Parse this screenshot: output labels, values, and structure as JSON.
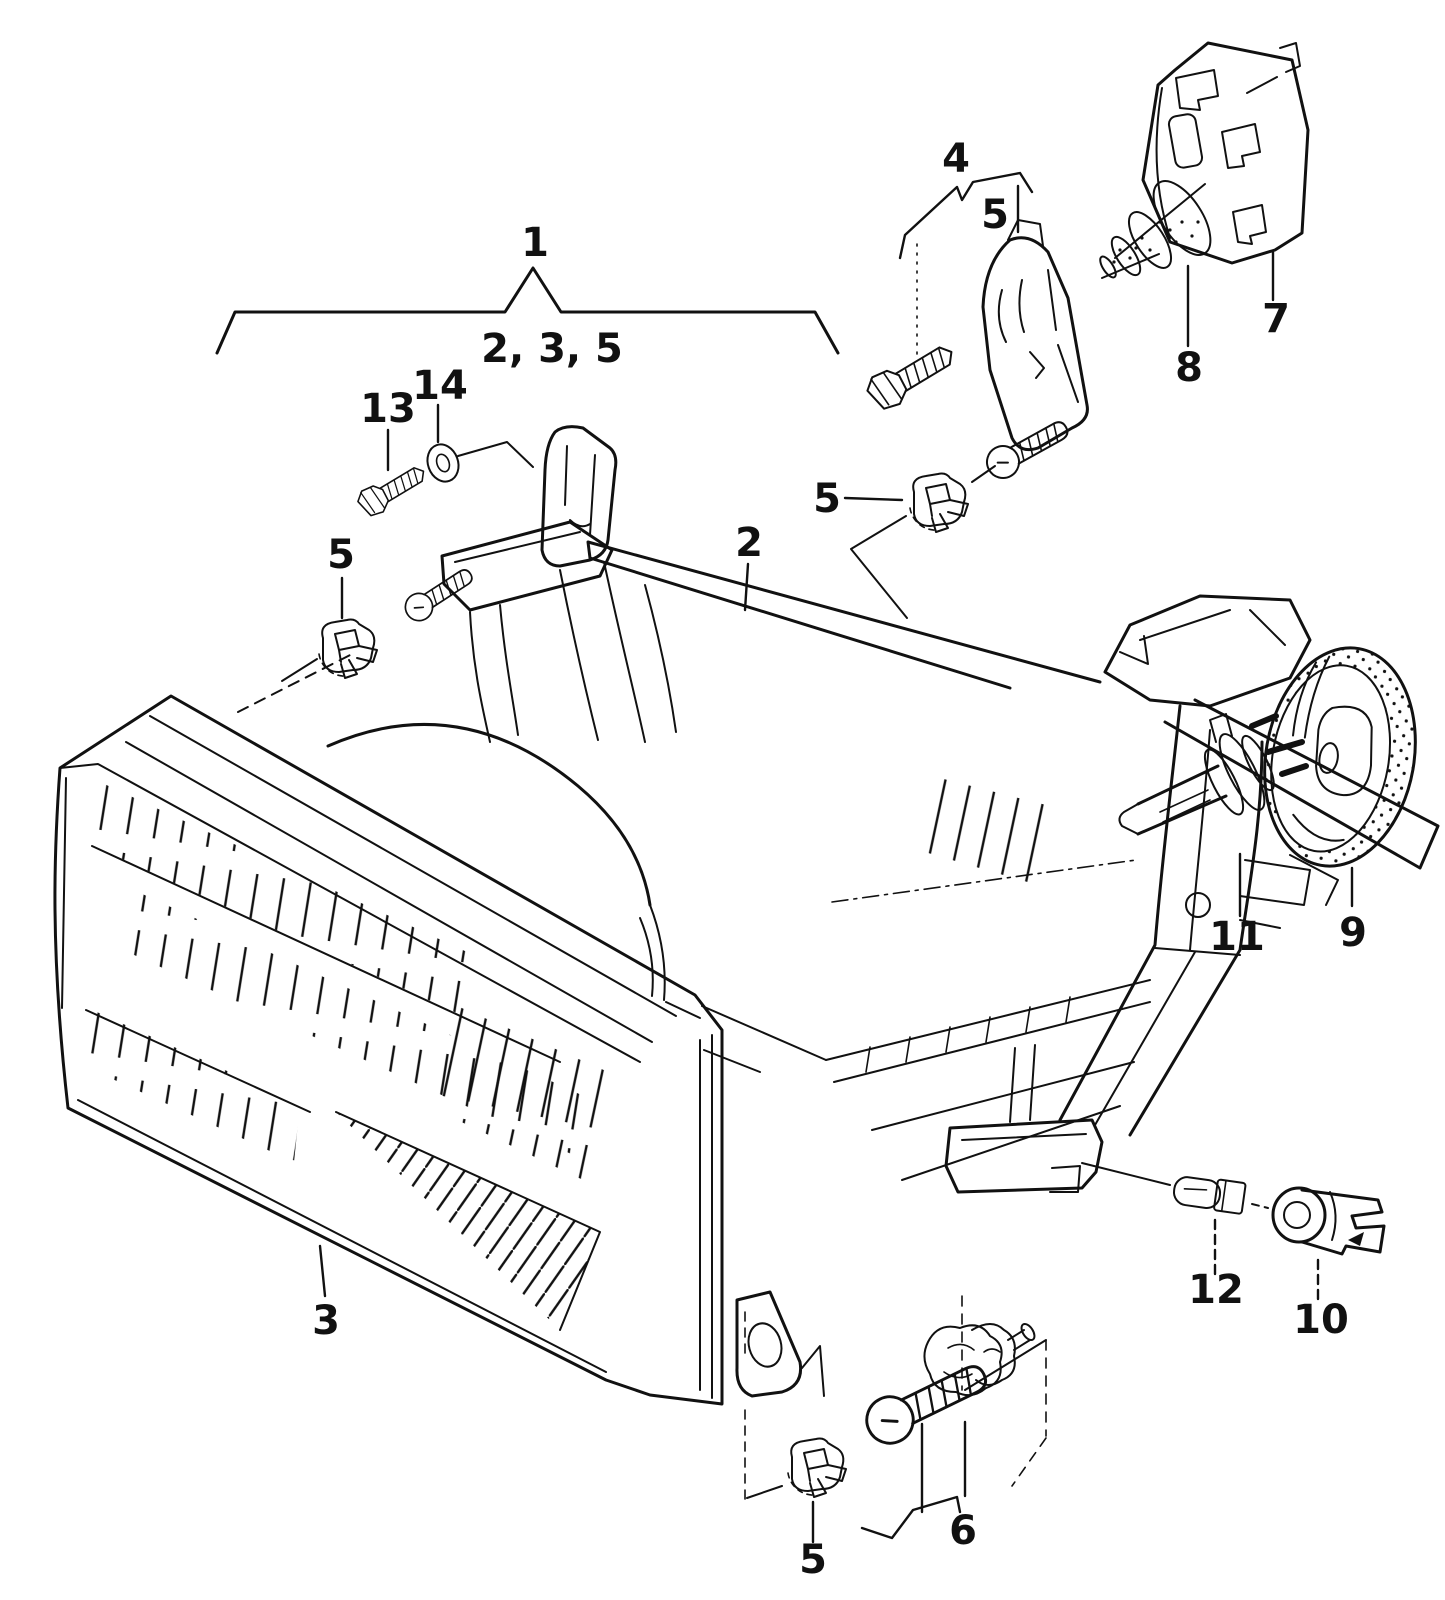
{
  "diagram": {
    "type": "exploded-parts-diagram",
    "subject": "headlamp assembly",
    "colors": {
      "ink": "#111111",
      "background": "#ffffff"
    },
    "labels": {
      "n1": "1",
      "group_items": "2, 3, 5",
      "n2": "2",
      "n3": "3",
      "n4": "4",
      "n5": "5",
      "n6": "6",
      "n7": "7",
      "n8": "8",
      "n9": "9",
      "n10": "10",
      "n11": "11",
      "n12": "12",
      "n13": "13",
      "n14": "14"
    }
  }
}
